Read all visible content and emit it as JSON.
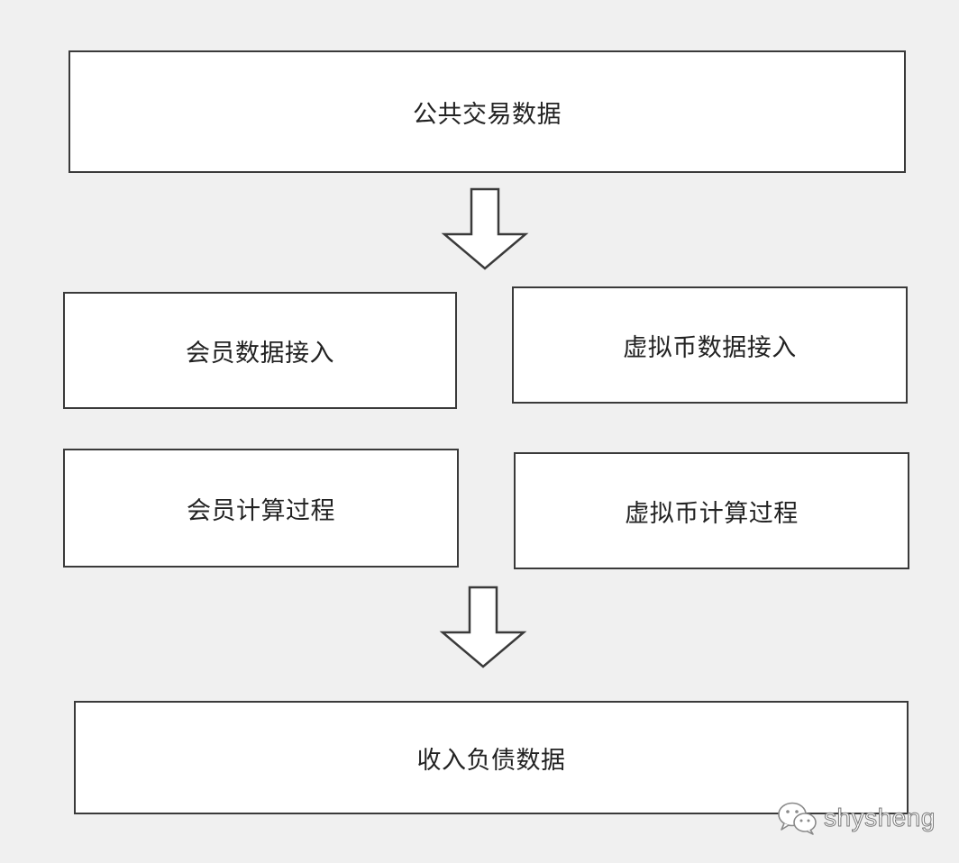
{
  "diagram": {
    "boxes": {
      "public_trade": "公共交易数据",
      "member_ingest": "会员数据接入",
      "crypto_ingest": "虚拟币数据接入",
      "member_calc": "会员计算过程",
      "crypto_calc": "虚拟币计算过程",
      "income_liability": "收入负债数据"
    },
    "arrows": [
      "down-arrow",
      "down-arrow"
    ]
  },
  "watermark": {
    "icon": "wechat-icon",
    "text": "shysheng"
  }
}
